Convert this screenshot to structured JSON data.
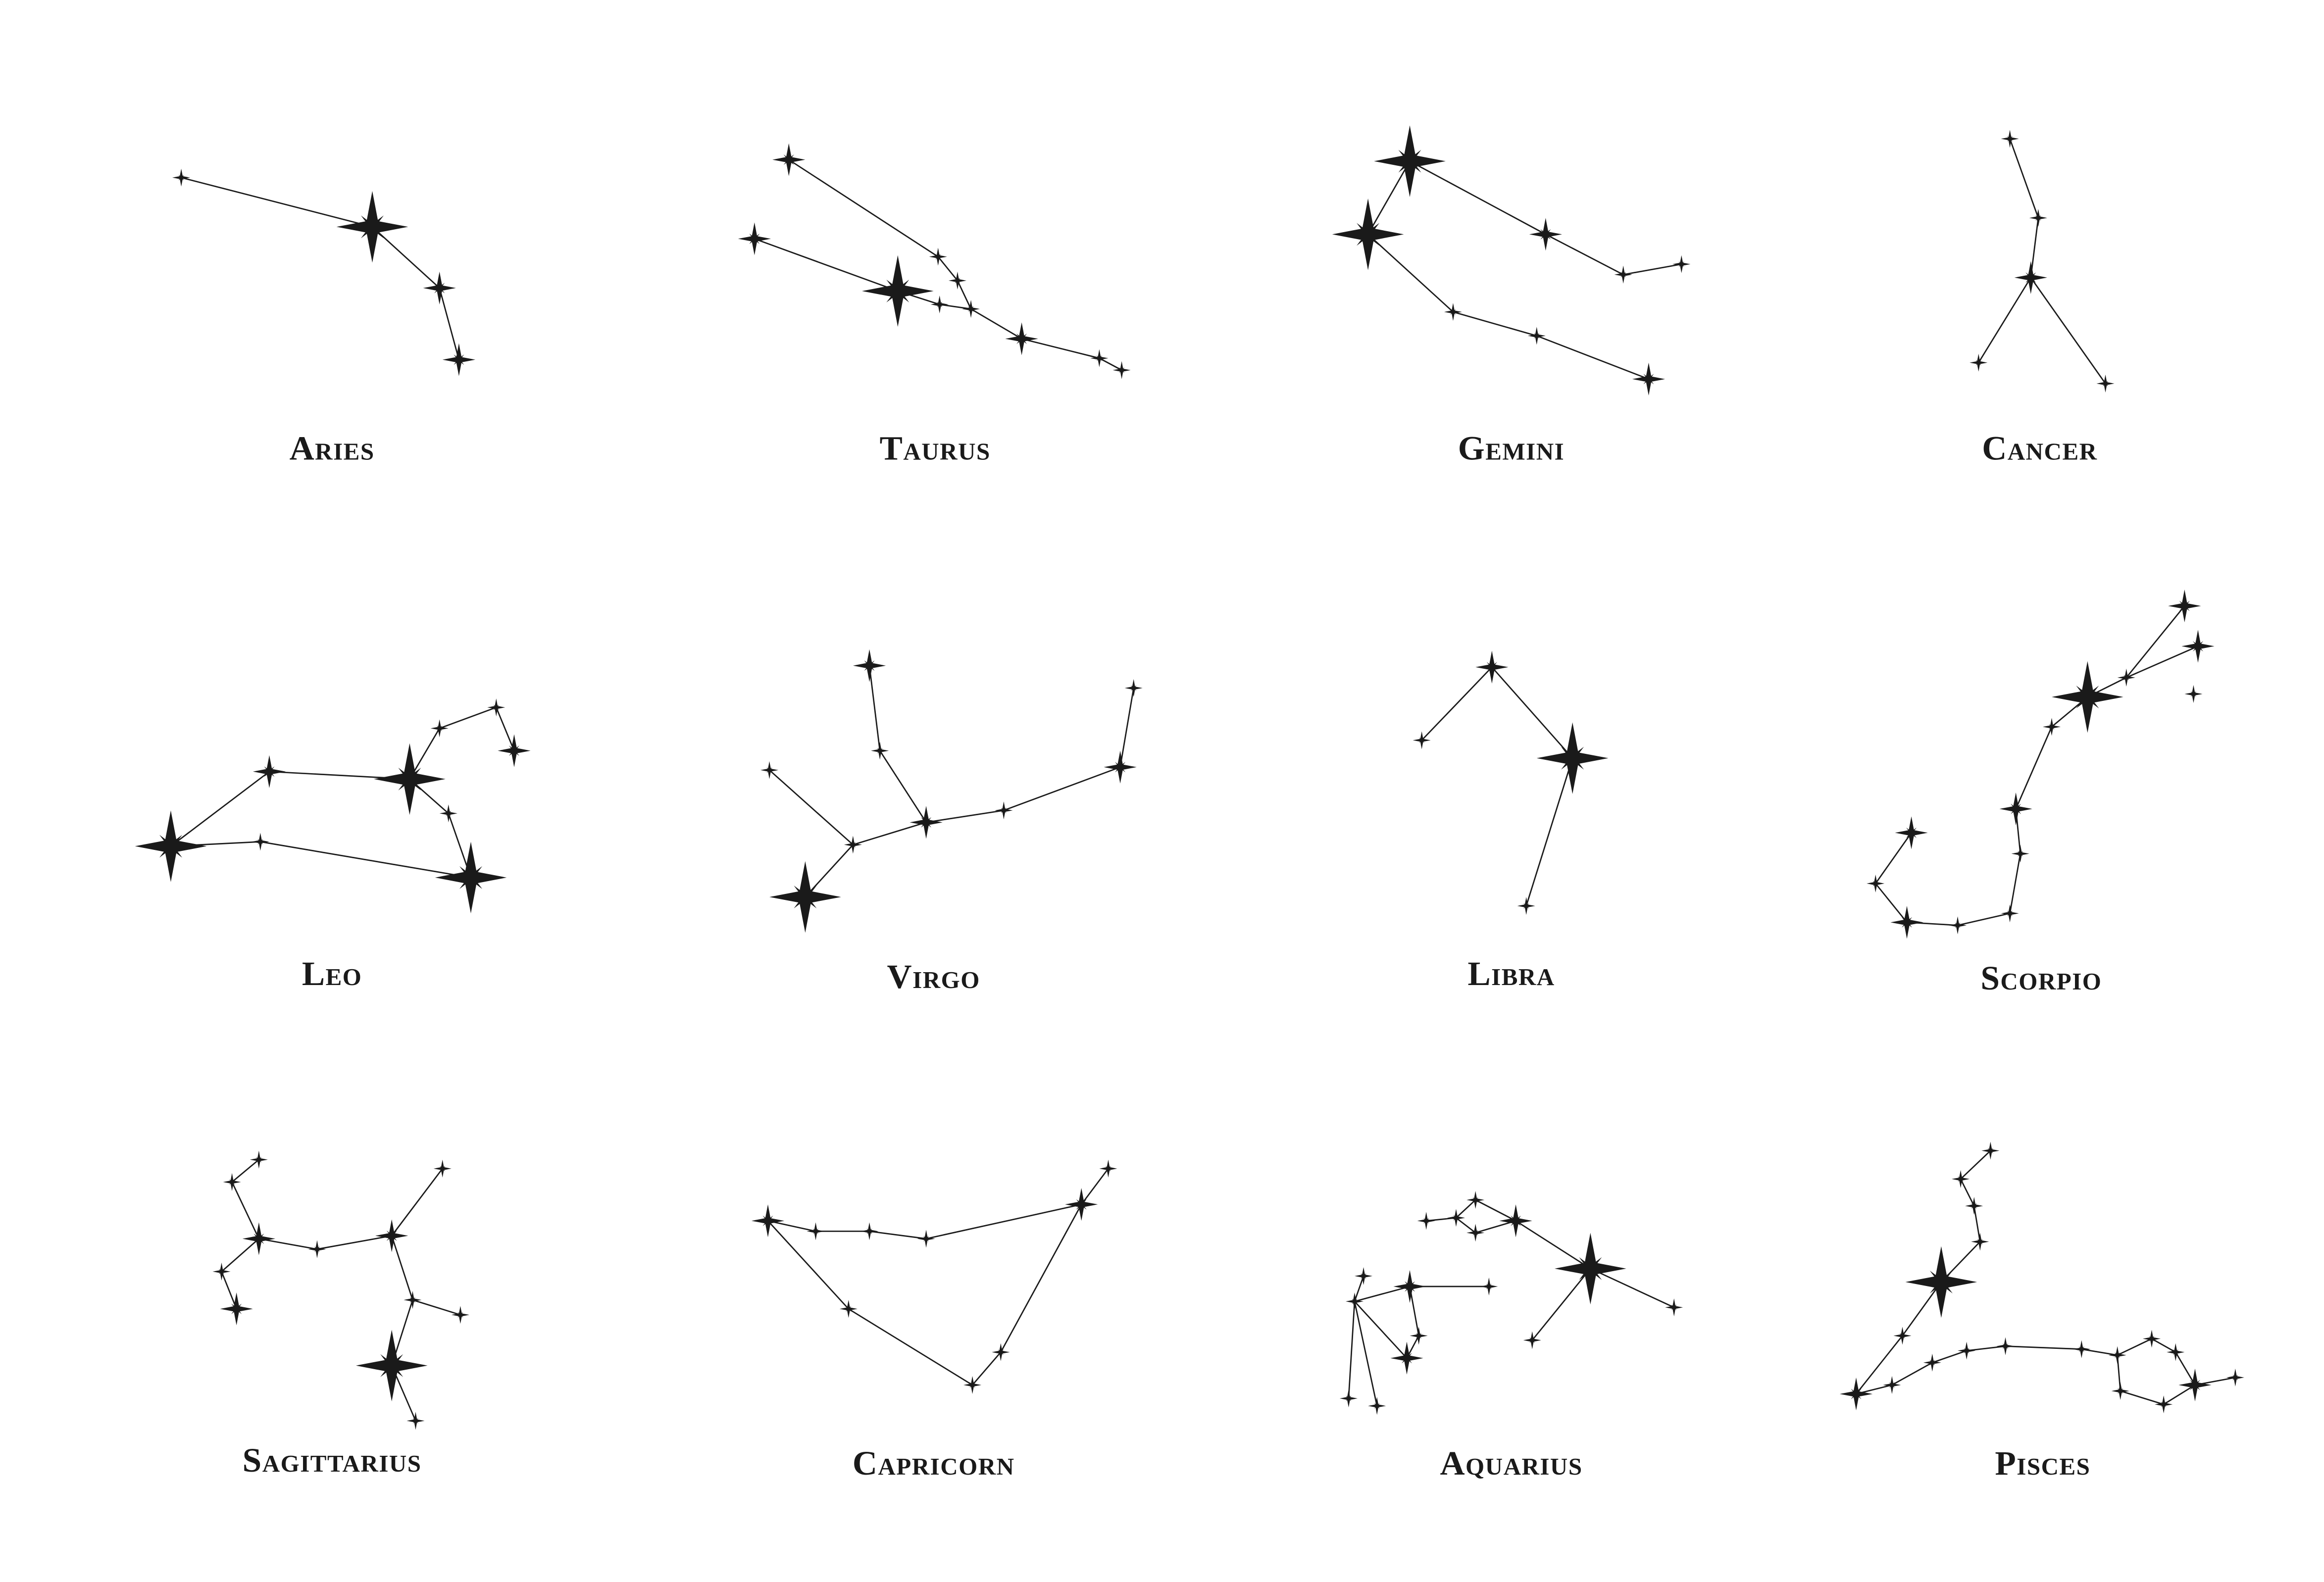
{
  "colors": {
    "background": "#ffffff",
    "ink": "#1a1a1a"
  },
  "constellations": [
    {
      "name": "Aries"
    },
    {
      "name": "Taurus"
    },
    {
      "name": "Gemini"
    },
    {
      "name": "Cancer"
    },
    {
      "name": "Leo"
    },
    {
      "name": "Virgo"
    },
    {
      "name": "Libra"
    },
    {
      "name": "Scorpio"
    },
    {
      "name": "Sagittarius"
    },
    {
      "name": "Capricorn"
    },
    {
      "name": "Aquarius"
    },
    {
      "name": "Pisces"
    }
  ]
}
